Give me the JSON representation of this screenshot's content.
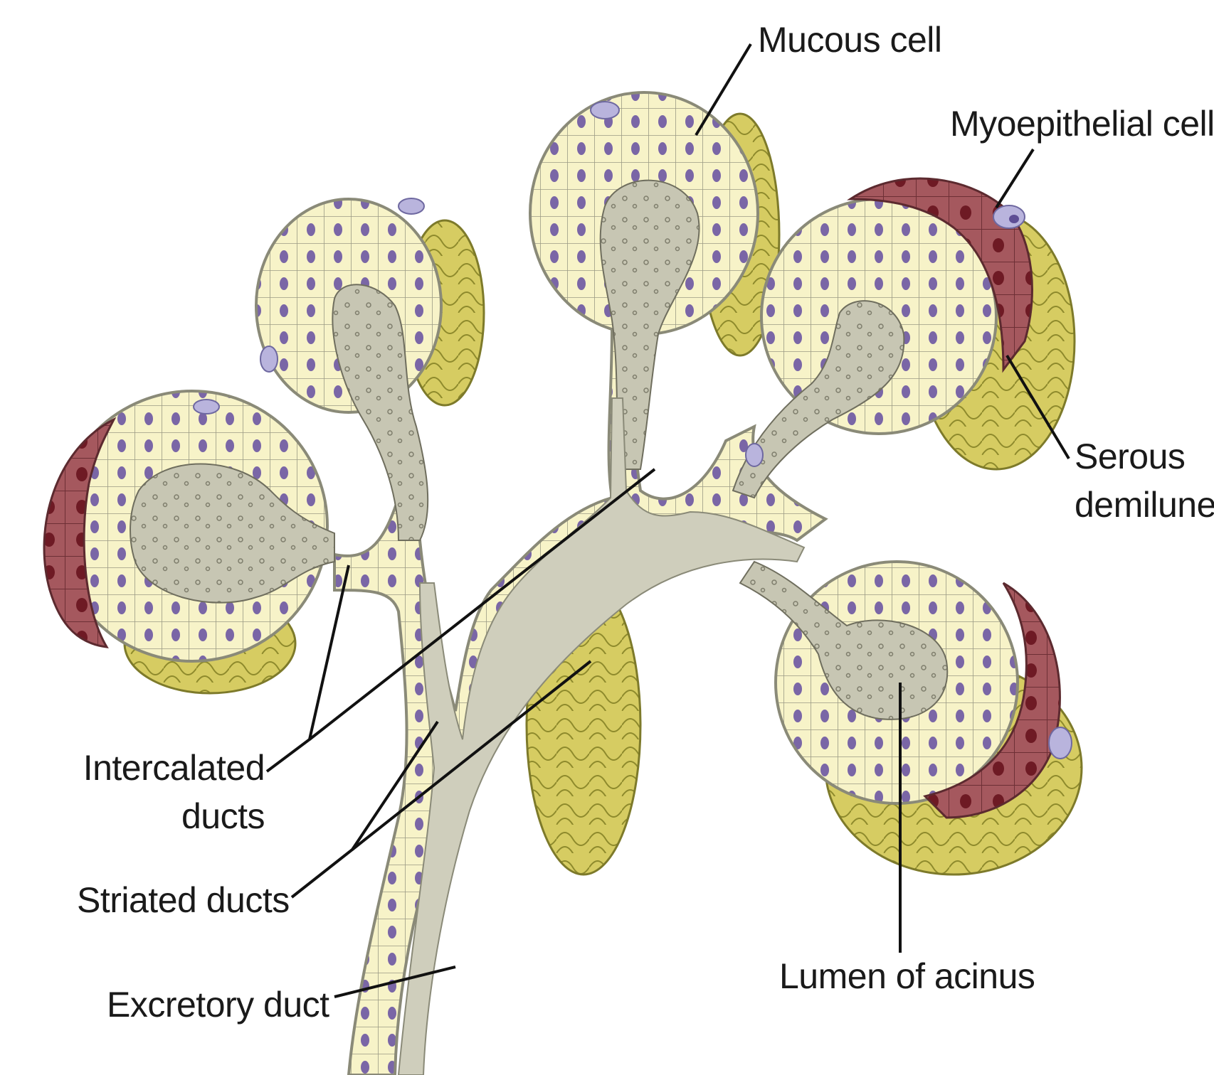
{
  "labels": {
    "mucous_cell": "Mucous cell",
    "myoepithelial_cell": "Myoepithelial cell",
    "serous_demilune_1": "Serous",
    "serous_demilune_2": "demilune",
    "intercalated_1": "Intercalated",
    "intercalated_2": "ducts",
    "striated": "Striated ducts",
    "excretory": "Excretory duct",
    "lumen": "Lumen of acinus"
  },
  "colors": {
    "cell_cream": "#f7f3c8",
    "cell_line": "#8a8a78",
    "nucleus": "#7a66a6",
    "lumen_grey": "#c9c8b6",
    "connective_yellow": "#d9cf6a",
    "serous_red": "#a0585d",
    "serous_nucleus": "#7a1f2a",
    "myoepithelial": "#b9b4dd",
    "leader_line": "#111111"
  }
}
